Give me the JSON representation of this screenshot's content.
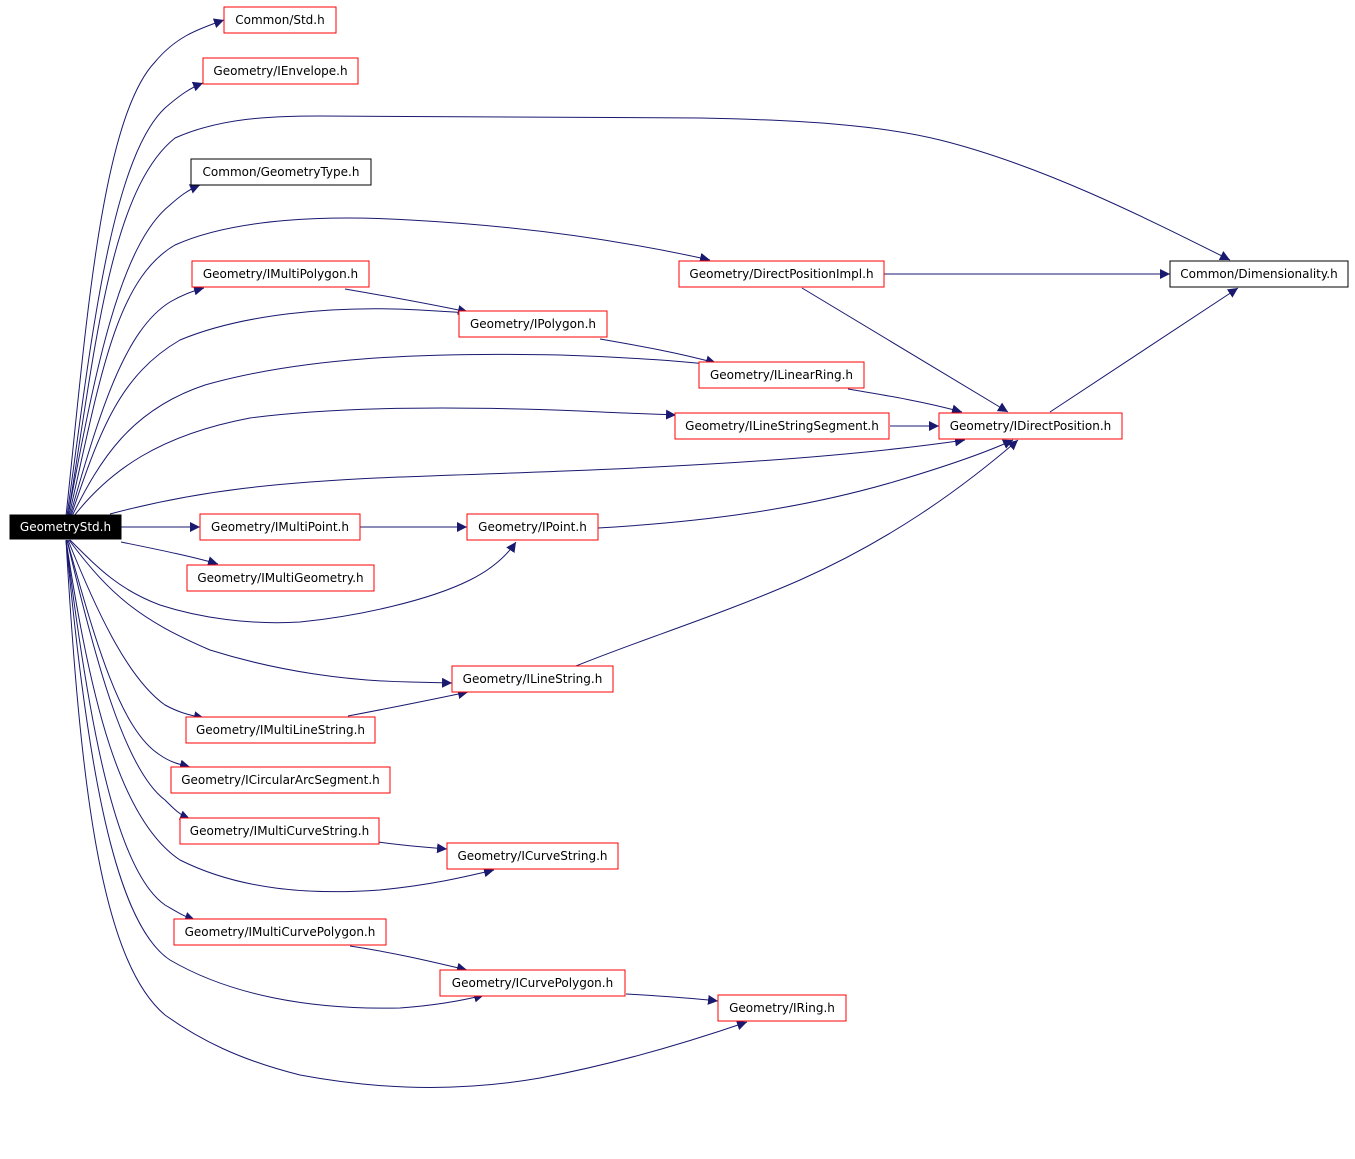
{
  "diagram": {
    "nodes": {
      "root": {
        "label": "GeometryStd.h",
        "style": "root"
      },
      "std": {
        "label": "Common/Std.h",
        "style": "red"
      },
      "ienvelope": {
        "label": "Geometry/IEnvelope.h",
        "style": "red"
      },
      "geomtype": {
        "label": "Common/GeometryType.h",
        "style": "black"
      },
      "imultipolygon": {
        "label": "Geometry/IMultiPolygon.h",
        "style": "red"
      },
      "directposimpl": {
        "label": "Geometry/DirectPositionImpl.h",
        "style": "red"
      },
      "dimensionality": {
        "label": "Common/Dimensionality.h",
        "style": "black"
      },
      "ipolygon": {
        "label": "Geometry/IPolygon.h",
        "style": "red"
      },
      "ilinearring": {
        "label": "Geometry/ILinearRing.h",
        "style": "red"
      },
      "ilinestringsegment": {
        "label": "Geometry/ILineStringSegment.h",
        "style": "red"
      },
      "idirectposition": {
        "label": "Geometry/IDirectPosition.h",
        "style": "red"
      },
      "imultipoint": {
        "label": "Geometry/IMultiPoint.h",
        "style": "red"
      },
      "ipoint": {
        "label": "Geometry/IPoint.h",
        "style": "red"
      },
      "imultigeometry": {
        "label": "Geometry/IMultiGeometry.h",
        "style": "red"
      },
      "ilinestring": {
        "label": "Geometry/ILineString.h",
        "style": "red"
      },
      "imultilinestring": {
        "label": "Geometry/IMultiLineString.h",
        "style": "red"
      },
      "icirculararc": {
        "label": "Geometry/ICircularArcSegment.h",
        "style": "red"
      },
      "imulticurvestring": {
        "label": "Geometry/IMultiCurveString.h",
        "style": "red"
      },
      "icurvestring": {
        "label": "Geometry/ICurveString.h",
        "style": "red"
      },
      "imulticurvepolygon": {
        "label": "Geometry/IMultiCurvePolygon.h",
        "style": "red"
      },
      "icurvepolygon": {
        "label": "Geometry/ICurvePolygon.h",
        "style": "red"
      },
      "iring": {
        "label": "Geometry/IRing.h",
        "style": "red"
      }
    },
    "edges": [
      {
        "from": "root",
        "to": "std"
      },
      {
        "from": "root",
        "to": "ienvelope"
      },
      {
        "from": "root",
        "to": "dimensionality"
      },
      {
        "from": "root",
        "to": "geomtype"
      },
      {
        "from": "root",
        "to": "directposimpl"
      },
      {
        "from": "root",
        "to": "imultipolygon"
      },
      {
        "from": "root",
        "to": "ipolygon"
      },
      {
        "from": "root",
        "to": "ilinearring"
      },
      {
        "from": "root",
        "to": "ilinestringsegment"
      },
      {
        "from": "root",
        "to": "idirectposition"
      },
      {
        "from": "root",
        "to": "imultipoint"
      },
      {
        "from": "root",
        "to": "imultigeometry"
      },
      {
        "from": "root",
        "to": "ipoint"
      },
      {
        "from": "root",
        "to": "ilinestring"
      },
      {
        "from": "root",
        "to": "imultilinestring"
      },
      {
        "from": "root",
        "to": "icirculararc"
      },
      {
        "from": "root",
        "to": "imulticurvestring"
      },
      {
        "from": "root",
        "to": "icurvestring"
      },
      {
        "from": "root",
        "to": "imulticurvepolygon"
      },
      {
        "from": "root",
        "to": "icurvepolygon"
      },
      {
        "from": "root",
        "to": "iring"
      },
      {
        "from": "imultipolygon",
        "to": "ipolygon"
      },
      {
        "from": "ipolygon",
        "to": "ilinearring"
      },
      {
        "from": "ilinearring",
        "to": "idirectposition"
      },
      {
        "from": "directposimpl",
        "to": "dimensionality"
      },
      {
        "from": "directposimpl",
        "to": "idirectposition"
      },
      {
        "from": "idirectposition",
        "to": "dimensionality"
      },
      {
        "from": "ilinestringsegment",
        "to": "idirectposition"
      },
      {
        "from": "imultipoint",
        "to": "ipoint"
      },
      {
        "from": "ipoint",
        "to": "idirectposition"
      },
      {
        "from": "ilinestring",
        "to": "idirectposition"
      },
      {
        "from": "imultilinestring",
        "to": "ilinestring"
      },
      {
        "from": "imulticurvestring",
        "to": "icurvestring"
      },
      {
        "from": "imulticurvepolygon",
        "to": "icurvepolygon"
      },
      {
        "from": "icurvepolygon",
        "to": "iring"
      }
    ]
  }
}
